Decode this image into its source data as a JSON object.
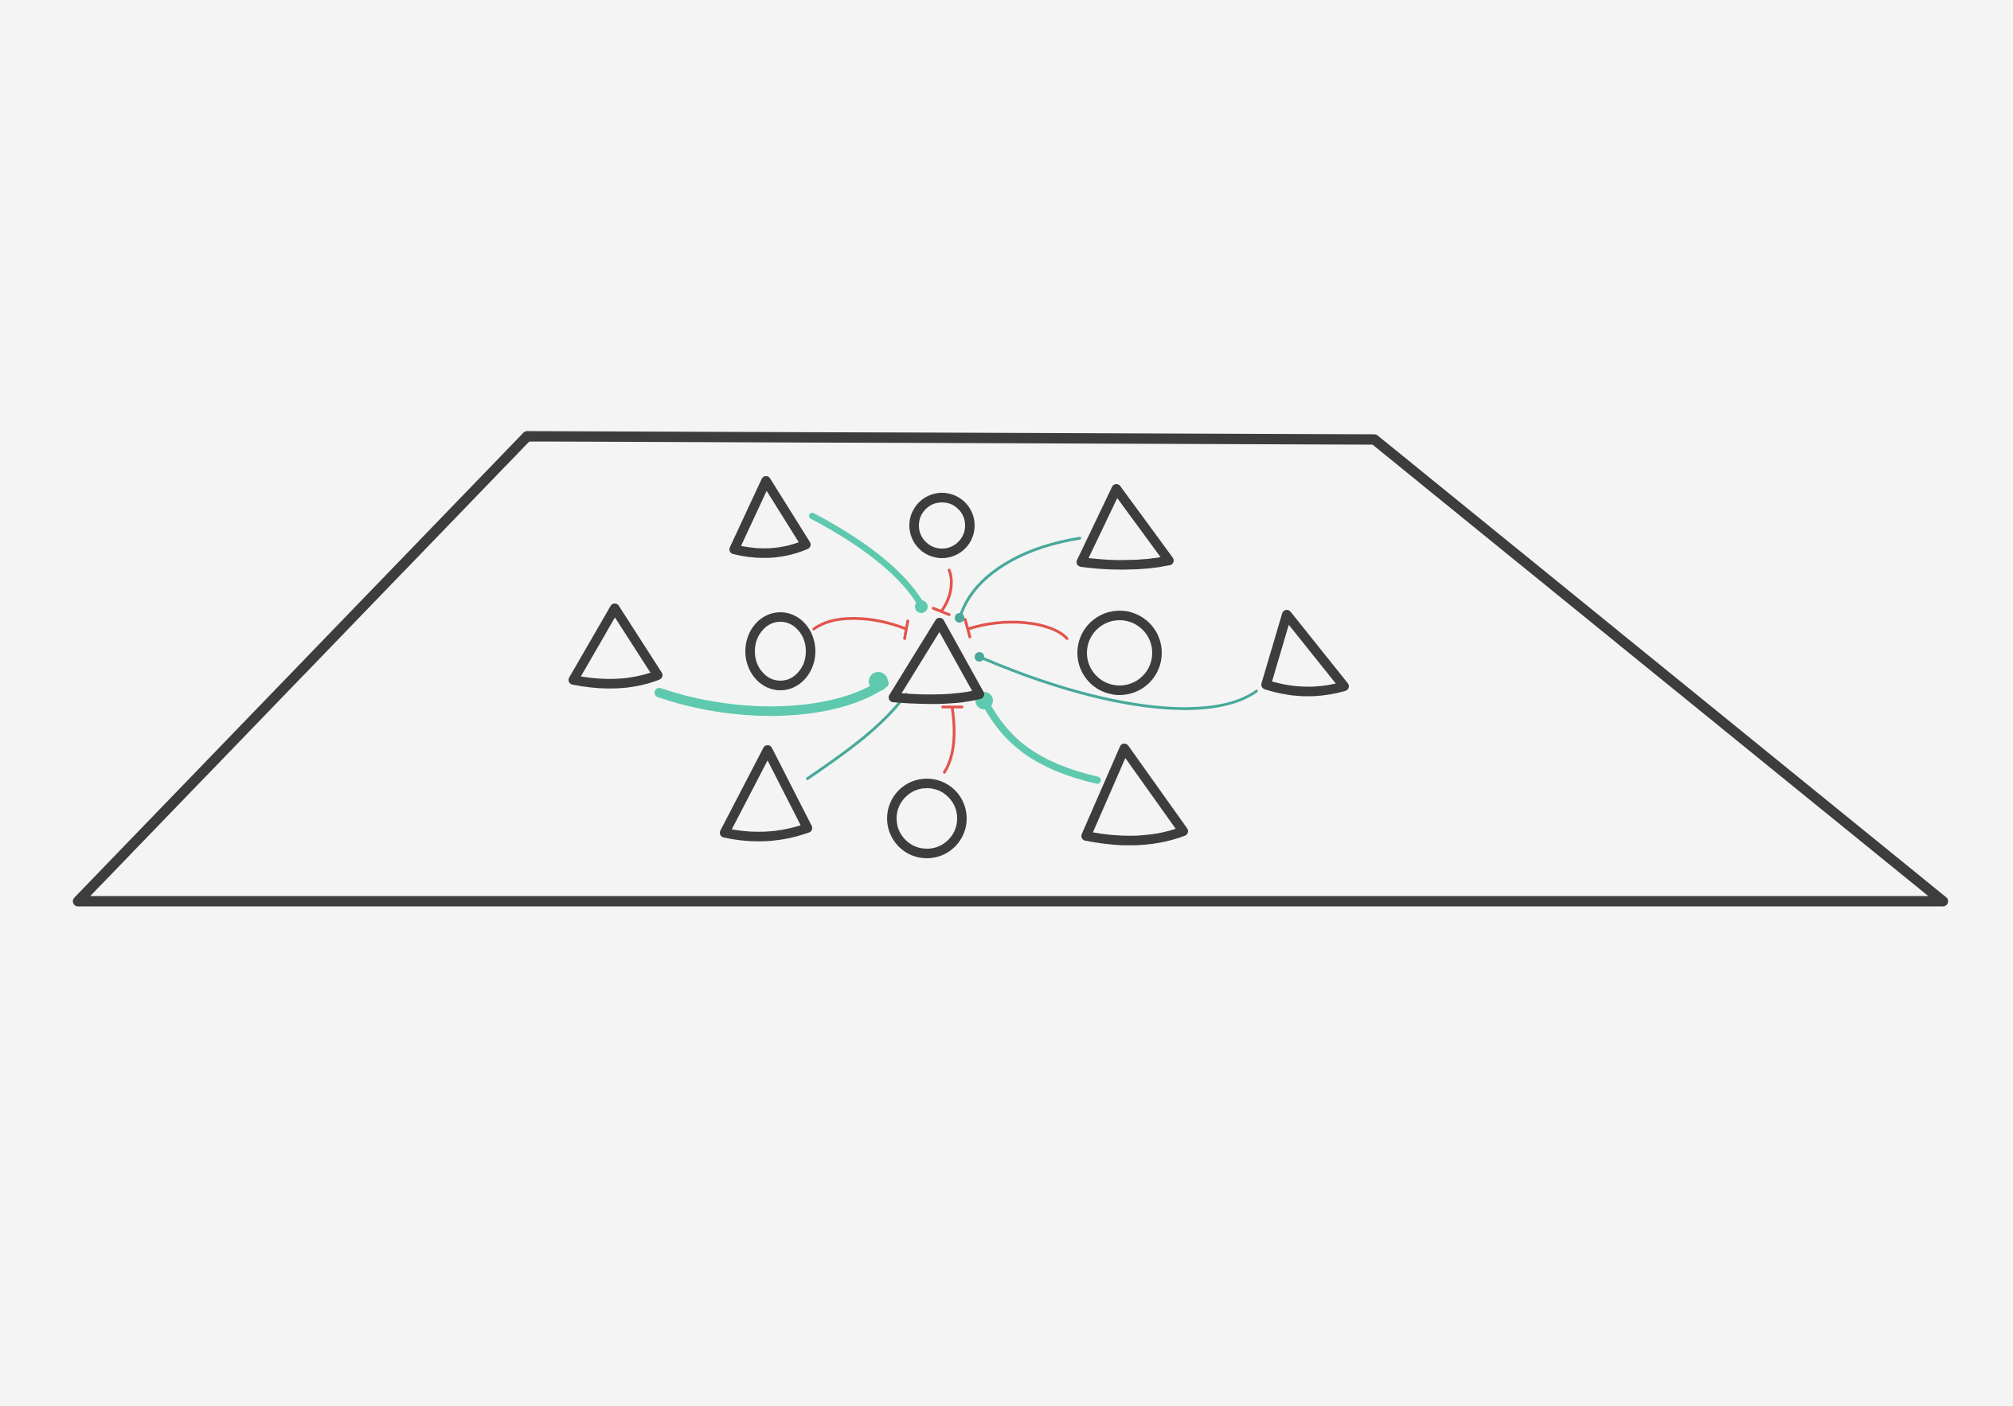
{
  "colors": {
    "background": "#f4f4f4",
    "outline": "#3d3d3d",
    "activation": "#5ec9ae",
    "activation_dark": "#48a99a",
    "inhibition": "#e2544c",
    "center_fill": "#79cdbd"
  },
  "diagram": {
    "plane": {
      "shape": "trapezoid"
    },
    "center_node": {
      "shape": "triangle",
      "highlighted": true
    },
    "nodes": [
      {
        "shape": "triangle"
      },
      {
        "shape": "circle"
      },
      {
        "shape": "triangle"
      },
      {
        "shape": "triangle"
      },
      {
        "shape": "circle"
      },
      {
        "shape": "circle"
      },
      {
        "shape": "triangle"
      },
      {
        "shape": "triangle"
      },
      {
        "shape": "circle"
      },
      {
        "shape": "triangle"
      }
    ],
    "edges": [
      {
        "from": 0,
        "to": "center",
        "type": "activation",
        "strength": "strong"
      },
      {
        "from": 1,
        "to": "center",
        "type": "inhibition"
      },
      {
        "from": 2,
        "to": "center",
        "type": "activation",
        "strength": "weak"
      },
      {
        "from": 3,
        "to": "center",
        "type": "activation",
        "strength": "strong"
      },
      {
        "from": 4,
        "to": "center",
        "type": "inhibition"
      },
      {
        "from": 5,
        "to": "center",
        "type": "inhibition"
      },
      {
        "from": 6,
        "to": "center",
        "type": "activation",
        "strength": "weak"
      },
      {
        "from": 7,
        "to": "center",
        "type": "activation",
        "strength": "weak"
      },
      {
        "from": 8,
        "to": "center",
        "type": "inhibition"
      },
      {
        "from": 9,
        "to": "center",
        "type": "activation",
        "strength": "strong"
      }
    ]
  }
}
